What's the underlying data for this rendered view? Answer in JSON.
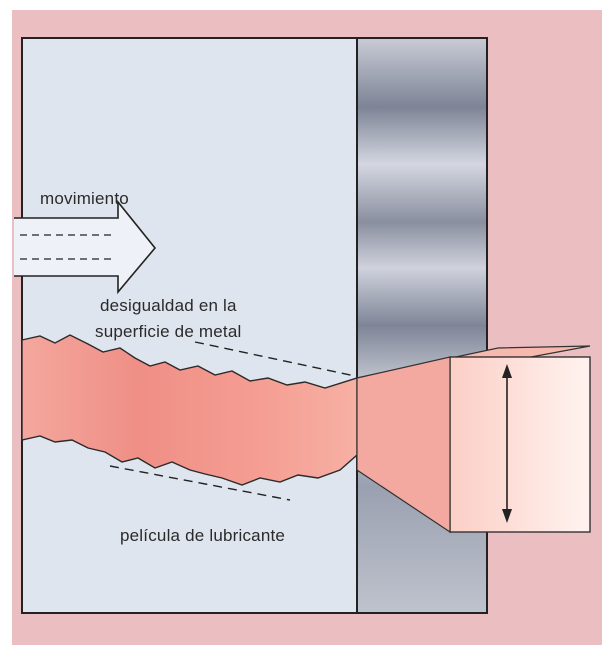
{
  "labels": {
    "movement": "movimiento",
    "roughness_line1": "desigualdad en la",
    "roughness_line2": "superficie de metal",
    "lubricant_film": "película de lubricante"
  },
  "colors": {
    "background_pink": "#e9b9bc",
    "metal_block": "#dde4ee",
    "metal_edge_dark": "#8d93a3",
    "lubricant_film": "#f18e86",
    "lubricant_light": "#fbd9d2",
    "outline": "#222222"
  }
}
